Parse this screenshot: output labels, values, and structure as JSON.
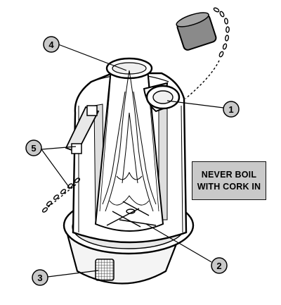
{
  "warning": {
    "line1": "NEVER BOIL",
    "line2": "WITH CORK IN"
  },
  "callouts": [
    {
      "number": "1",
      "part": "spout"
    },
    {
      "number": "2",
      "part": "fire base"
    },
    {
      "number": "3",
      "part": "air vent"
    },
    {
      "number": "4",
      "part": "chimney"
    },
    {
      "number": "5",
      "part": "handle and chain"
    }
  ]
}
